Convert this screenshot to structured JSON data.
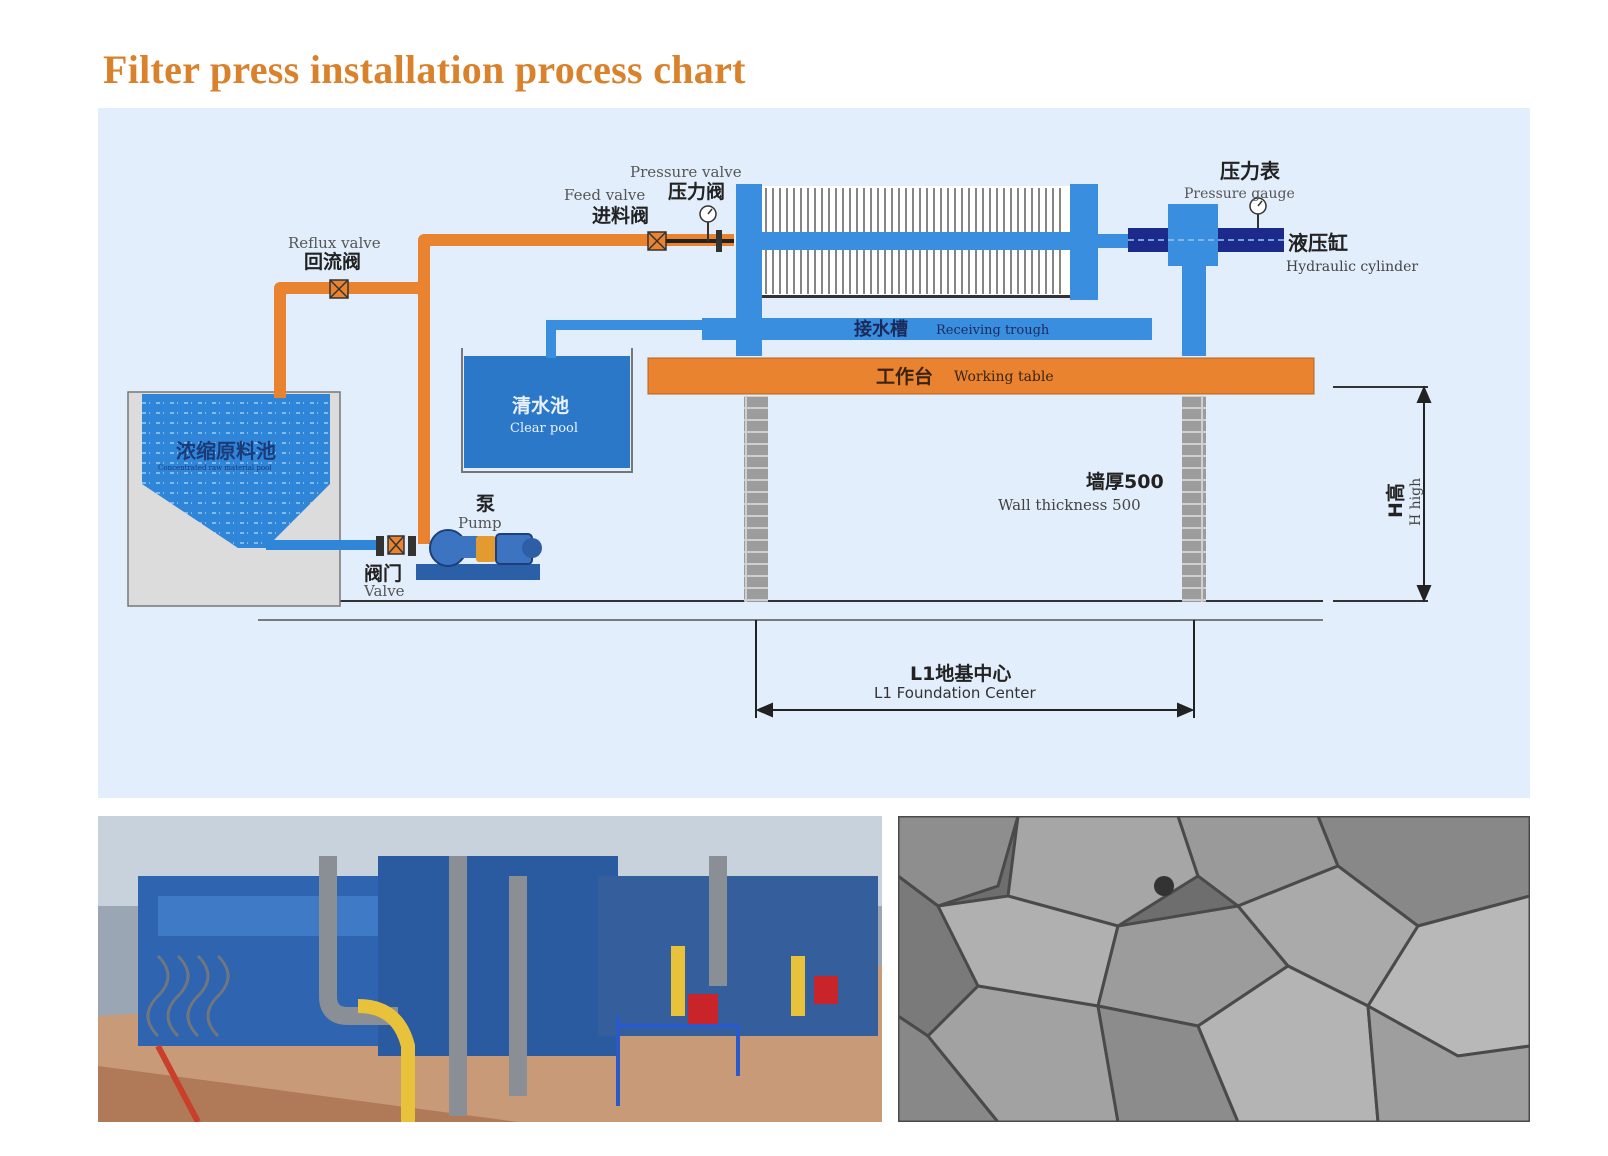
{
  "title": "Filter press installation process chart",
  "diagram": {
    "concentrate_pool": {
      "cn": "浓缩原料池",
      "en": "Concentrated raw material pool"
    },
    "reflux_valve": {
      "en": "Reflux valve",
      "cn": "回流阀"
    },
    "feed_valve": {
      "en": "Feed valve",
      "cn": "进料阀"
    },
    "pressure_valve": {
      "en": "Pressure valve",
      "cn": "压力阀"
    },
    "pressure_gauge": {
      "cn": "压力表",
      "en": "Pressure gauge"
    },
    "hydraulic_cylinder": {
      "cn": "液压缸",
      "en": "Hydraulic cylinder"
    },
    "receiving_trough": {
      "cn": "接水槽",
      "en": "Receiving trough"
    },
    "working_table": {
      "cn": "工作台",
      "en": "Working table"
    },
    "clear_pool": {
      "cn": "清水池",
      "en": "Clear pool"
    },
    "pump": {
      "cn": "泵",
      "en": "Pump"
    },
    "valve": {
      "cn": "阀门",
      "en": "Valve"
    },
    "wall": {
      "cn": "墙厚500",
      "en": "Wall thickness 500"
    },
    "height": {
      "cn": "H高",
      "en": "H high"
    },
    "foundation": {
      "cn": "L1地基中心",
      "en": "L1 Foundation Center"
    }
  },
  "colors": {
    "title": "#d9822b",
    "background": "#e2eefb",
    "pipe_orange": "#e9832f",
    "frame_blue": "#3a8ee0",
    "cylinder_navy": "#1c2a8c",
    "water": "#2f80d4"
  },
  "photos": [
    {
      "icon": "industrial-filter-press-plant-photo"
    },
    {
      "icon": "filter-cake-pieces-photo"
    }
  ]
}
